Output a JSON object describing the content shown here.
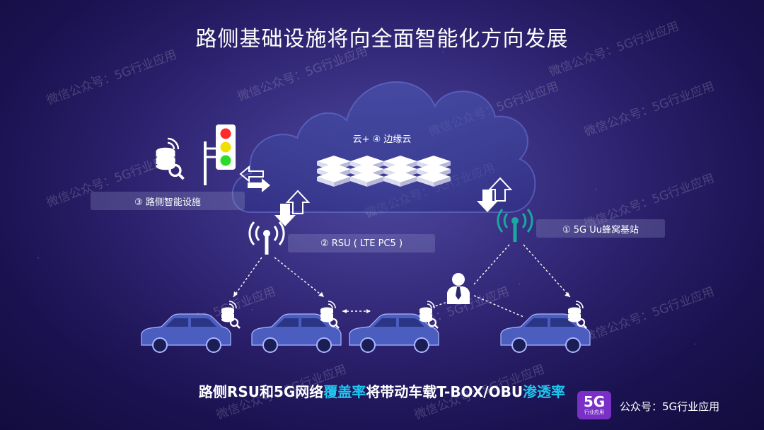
{
  "title": "路侧基础设施将向全面智能化方向发展",
  "cloud": {
    "label": "云+ ④ 边缘云"
  },
  "labels": {
    "roadside": "③ 路侧智能设施",
    "rsu": "② RSU ( LTE PC5 )",
    "base_station": "① 5G Uu蜂窝基站"
  },
  "bottom": {
    "part1": "路侧RSU和5G网络",
    "highlight1": "覆盖率",
    "part2": "将带动车载T-BOX/OBU",
    "highlight2": "渗透率"
  },
  "logo": {
    "big": "5G",
    "small": "行业应用"
  },
  "account": "公众号：5G行业应用",
  "watermark": "微信公众号：5G行业应用",
  "colors": {
    "accent": "#1ec7ef",
    "antenna": "#1aa8a0",
    "light_red": "#ff2a2a",
    "light_yellow": "#f0e000",
    "light_green": "#2adc2a",
    "logo_bg": "#7a2fc6"
  },
  "icons": [
    "database-search-icon",
    "traffic-light-icon",
    "antenna-icon",
    "car-icon",
    "person-icon",
    "server-stack-icon",
    "arrow-icon"
  ]
}
